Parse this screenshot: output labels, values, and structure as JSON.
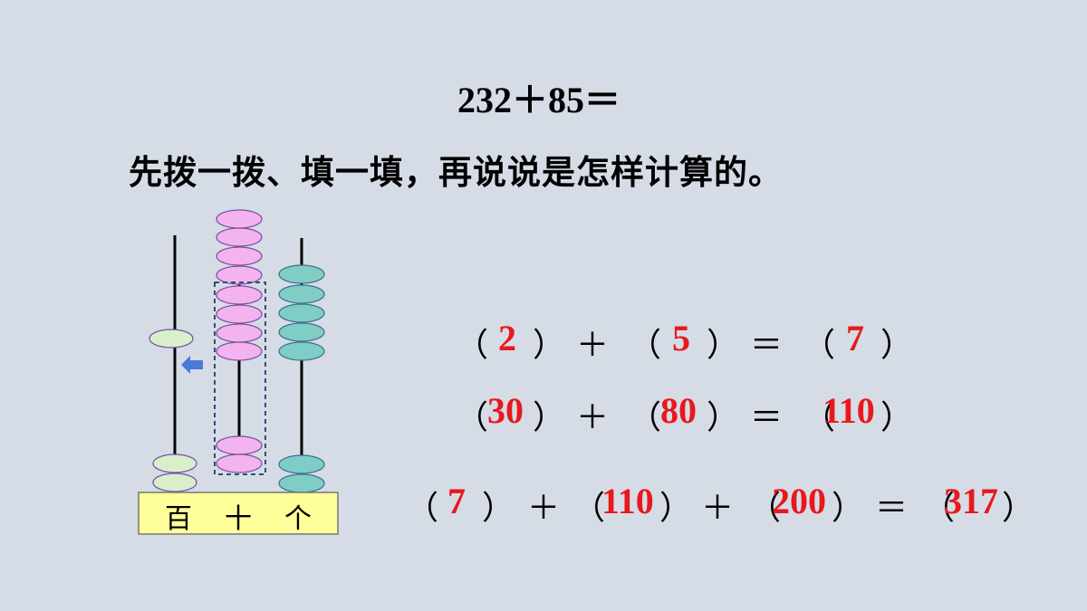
{
  "title": "232＋85＝",
  "instruction": "先拨一拨、填一填，再说说是怎样计算的。",
  "abacus": {
    "place_labels": [
      "百",
      "十",
      "个"
    ],
    "colors": {
      "hundreds": "#d8efcb",
      "tens": "#f2b3ee",
      "ones": "#7fcdc4",
      "frame": "#fefe9a",
      "arrow": "#4a79d6"
    }
  },
  "equations": [
    {
      "a": "2",
      "b": "5",
      "result": "7"
    },
    {
      "a": "30",
      "b": "80",
      "result": "110"
    },
    {
      "a": "7",
      "b": "110",
      "c": "200",
      "result": "317"
    }
  ],
  "symbols": {
    "open": "（",
    "close": "）",
    "plus": "＋",
    "equals": "＝"
  }
}
